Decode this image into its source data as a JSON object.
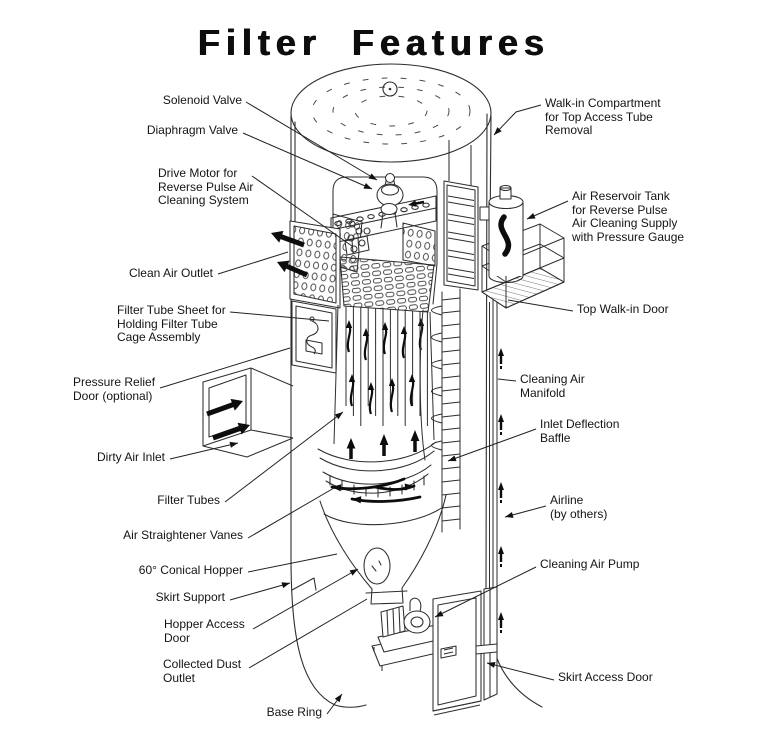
{
  "title": "Filter Features",
  "diagram_subject": "industrial reverse-pulse filter cutaway",
  "labels": {
    "solenoid_valve": "Solenoid Valve",
    "diaphragm_valve": "Diaphragm Valve",
    "drive_motor": "Drive Motor for\nReverse Pulse Air\nCleaning System",
    "clean_air_outlet": "Clean Air Outlet",
    "filter_tube_sheet": "Filter Tube Sheet for\nHolding Filter Tube\nCage Assembly",
    "pressure_relief_door": "Pressure Relief\nDoor (optional)",
    "dirty_air_inlet": "Dirty Air Inlet",
    "filter_tubes": "Filter Tubes",
    "air_straightener_vanes": "Air Straightener Vanes",
    "conical_hopper": "60° Conical Hopper",
    "skirt_support": "Skirt Support",
    "hopper_access_door": "Hopper Access\nDoor",
    "collected_dust_outlet": "Collected Dust\nOutlet",
    "base_ring": "Base Ring",
    "walkin_compartment": "Walk-in Compartment\nfor Top Access Tube\nRemoval",
    "air_reservoir_tank": "Air Reservoir Tank\nfor Reverse Pulse\nAir Cleaning Supply\nwith Pressure Gauge",
    "top_walkin_door": "Top Walk-in Door",
    "cleaning_air_manifold": "Cleaning Air\nManifold",
    "inlet_deflection_baffle": "Inlet Deflection\nBaffle",
    "airline": "Airline\n(by others)",
    "cleaning_air_pump": "Cleaning Air Pump",
    "skirt_access_door": "Skirt Access Door"
  },
  "colors": {
    "ink": "#2e2e2e",
    "bold_arrow": "#0d0d0d",
    "background": "#ffffff"
  }
}
